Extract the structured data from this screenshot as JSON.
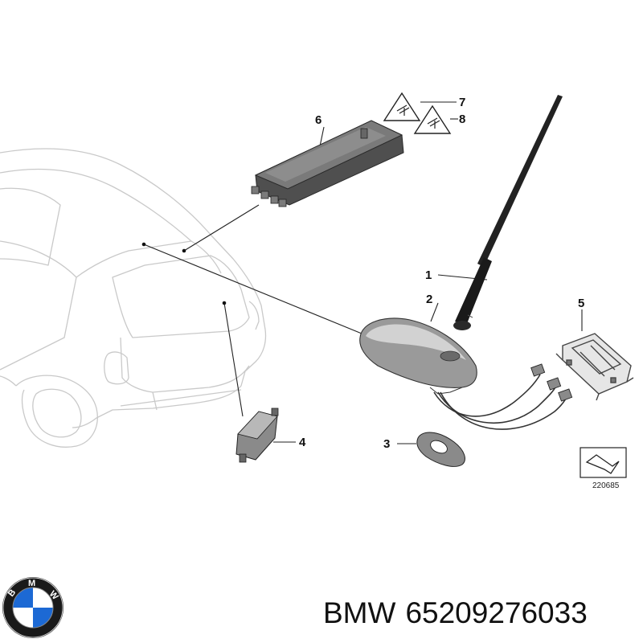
{
  "diagram": {
    "callouts": {
      "antenna_rod": "1",
      "antenna_base": "2",
      "seal": "3",
      "filter": "4",
      "bracket": "5",
      "amplifier": "6",
      "warning_7": "7",
      "warning_8": "8"
    },
    "reference_number": "220685"
  },
  "caption": {
    "brand": "BMW",
    "part_number": "65209276033"
  },
  "colors": {
    "car_outline": "#c9c9c9",
    "leader_line": "#222222",
    "part_dark": "#555555",
    "part_light": "#bdbdbd",
    "logo_blue": "#1c69d4"
  }
}
